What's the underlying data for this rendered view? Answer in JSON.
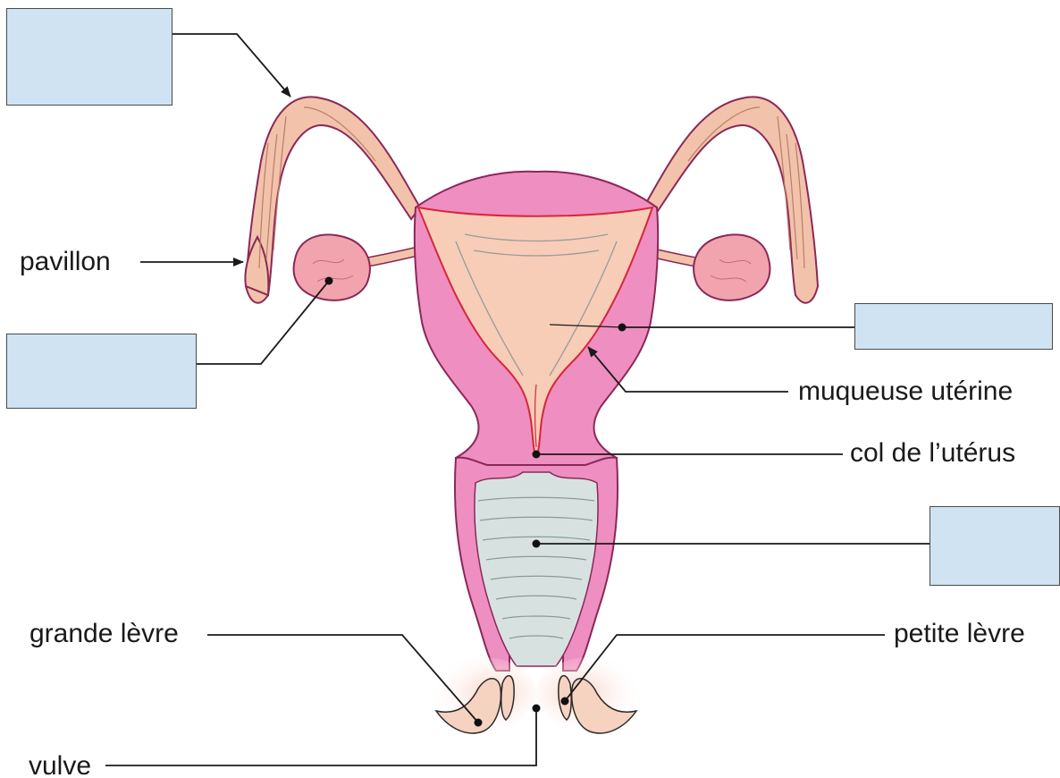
{
  "labels": {
    "pavillon": "pavillon",
    "muqueuse": "muqueuse utérine",
    "col": "col de l’utérus",
    "grande_levre": "grande lèvre",
    "petite_levre": "petite lèvre",
    "vulve": "vulve"
  },
  "blank_boxes": {
    "count": 4,
    "fill": "#cfe3f2"
  },
  "colors": {
    "uterus_wall": "#ef8ec0",
    "uterus_outline": "#8a2858",
    "mucosa": "#f7cdb8",
    "mucosa_edge": "#d8263c",
    "tube": "#f3c2ab",
    "ovary": "#f2a4ae",
    "vagina_lining": "#d7e2e0",
    "leader_line": "#1a1a1a"
  }
}
